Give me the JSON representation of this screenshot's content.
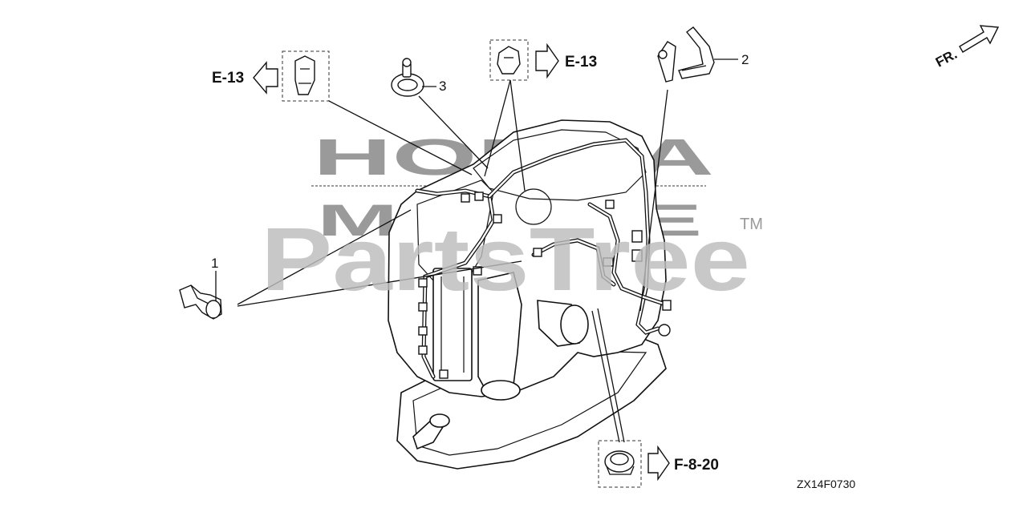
{
  "callouts": {
    "part_1": "1",
    "part_2": "2",
    "part_3": "3"
  },
  "references": {
    "left_e13": "E-13",
    "top_e13": "E-13",
    "bottom_f820": "F-8-20"
  },
  "direction": {
    "front_label": "FR."
  },
  "diagram_code": "ZX14F0730",
  "watermark": {
    "brand": "PartsTree",
    "trademark": "TM",
    "background_brand": "HONDA",
    "background_sub": "MARINE"
  },
  "colors": {
    "line": "#111111",
    "watermark": "#bdbdbd",
    "background": "#ffffff"
  }
}
